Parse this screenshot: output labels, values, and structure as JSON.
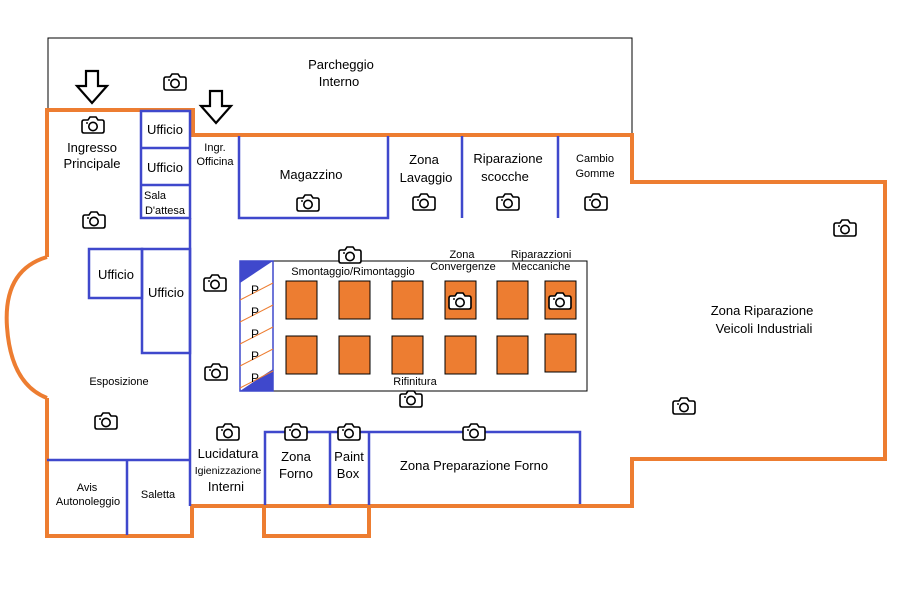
{
  "colors": {
    "outer_wall": "#ed7d31",
    "inner_wall": "#3f48cc",
    "parking_border": "#000000",
    "workstation_fill": "#ed7d31",
    "workstation_border": "#000000",
    "parking_stripe": "#3f48cc"
  },
  "labels": {
    "parcheggio_interno": [
      "Parcheggio",
      "Interno"
    ],
    "ingresso_principale": [
      "Ingresso",
      "Principale"
    ],
    "ufficio_1": "Ufficio",
    "ufficio_2": "Ufficio",
    "ufficio_3": "Ufficio",
    "ufficio_4": "Ufficio",
    "sala_attesa": [
      "Sala",
      "D'attesa"
    ],
    "ingresso_officina": [
      "Ingr.",
      "Officina"
    ],
    "magazzino": "Magazzino",
    "zona_lavaggio": [
      "Zona",
      "Lavaggio"
    ],
    "riparazione_scocche": [
      "Riparazione",
      "scocche"
    ],
    "cambio_gomme": [
      "Cambio",
      "Gomme"
    ],
    "zona_riparazione_veicoli": [
      "Zona Riparazione",
      "Veicoli Industriali"
    ],
    "smontaggio": "Smontaggio/Rimontaggio",
    "zona_convergenze": [
      "Zona",
      "Convergenze"
    ],
    "riparazioni_meccaniche": [
      "Riparazzioni",
      "Meccaniche"
    ],
    "rifinitura": "Rifinitura",
    "esposizione": "Esposizione",
    "lucidatura": [
      "Lucidatura",
      "Igienizzazione",
      "Interni"
    ],
    "zona_forno": [
      "Zona",
      "Forno"
    ],
    "paint_box": [
      "Paint",
      "Box"
    ],
    "zona_preparazione_forno": "Zona Preparazione Forno",
    "avis": [
      "Avis",
      "Autonoleggio"
    ],
    "saletta": "Saletta",
    "parking_marks": [
      "P",
      "P",
      "P",
      "P",
      "P"
    ]
  },
  "icons": {
    "entrance_arrow": "down-arrow-icon",
    "camera": "camera-icon"
  }
}
